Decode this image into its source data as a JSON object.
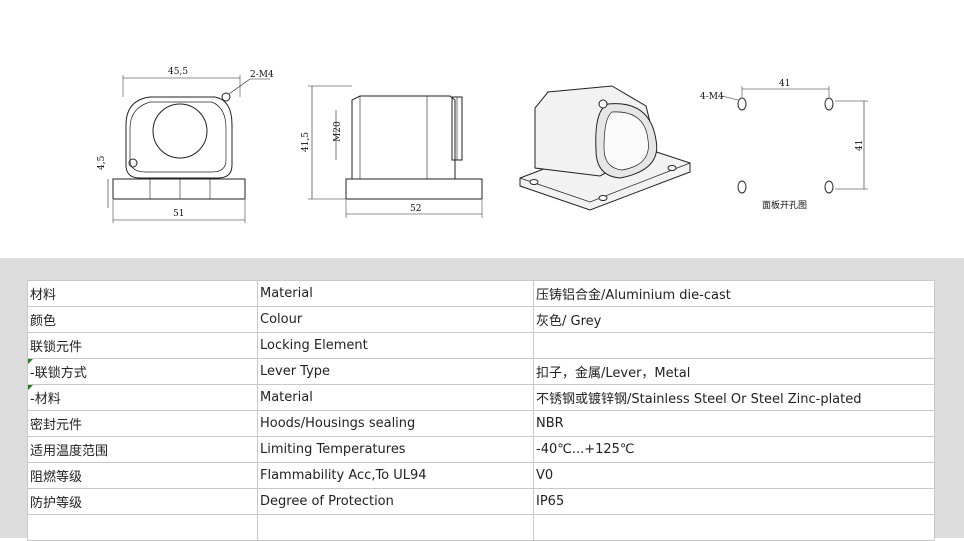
{
  "drawing": {
    "front": {
      "width_top": "45,5",
      "hole": "2-M4",
      "height": "4,5",
      "width_bottom": "51"
    },
    "side": {
      "height": "41,5",
      "thread": "M20",
      "width": "52"
    },
    "cutout": {
      "holes": "4-M4",
      "width": "41",
      "height": "41",
      "caption": "面板开孔图"
    }
  },
  "table": {
    "rows": [
      {
        "cn": "材料",
        "en": "Material",
        "val": "压铸铝合金/Aluminium die-cast"
      },
      {
        "cn": "颜色",
        "en": "Colour",
        "val": "灰色/ Grey"
      },
      {
        "cn": "联锁元件",
        "en": "Locking Element",
        "val": ""
      },
      {
        "cn": " -联锁方式",
        "en": "Lever Type",
        "val": "扣子，金属/Lever，Metal"
      },
      {
        "cn": " -材料",
        "en": "Material",
        "val": "不锈钢或镀锌钢/Stainless Steel Or Steel Zinc-plated"
      },
      {
        "cn": "密封元件",
        "en": "Hoods/Housings sealing",
        "val": "NBR"
      },
      {
        "cn": "适用温度范围",
        "en": "Limiting Temperatures",
        "val": "-40℃...+125℃"
      },
      {
        "cn": "阻燃等级",
        "en": "Flammability Acc,To UL94",
        "val": "V0"
      },
      {
        "cn": "防护等级",
        "en": "Degree of Protection",
        "val": "IP65"
      },
      {
        "cn": "",
        "en": "",
        "val": ""
      }
    ]
  }
}
